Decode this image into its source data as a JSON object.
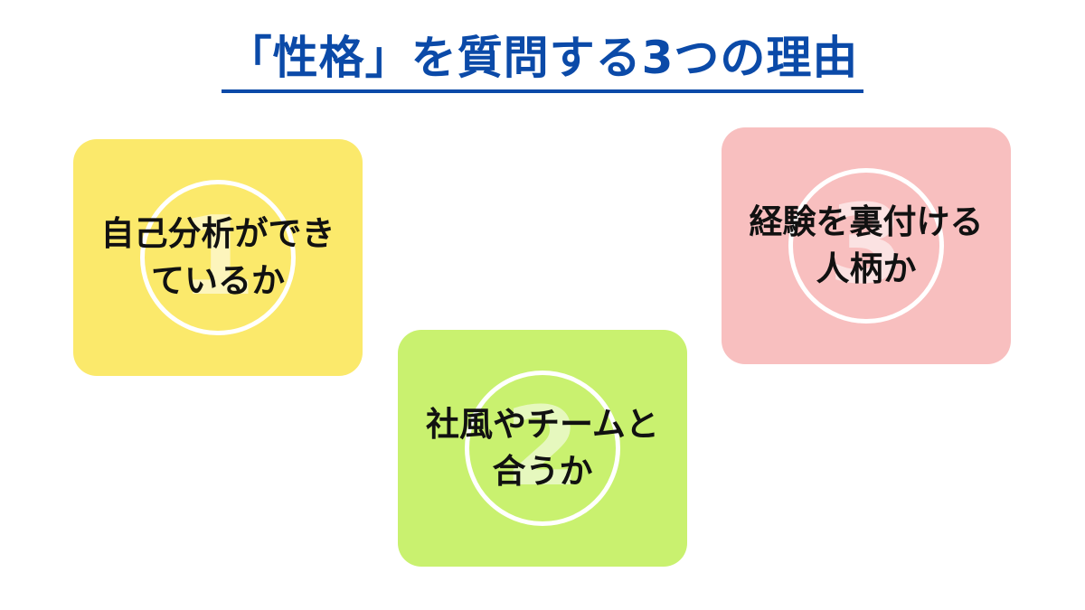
{
  "title": "「性格」を質問する3つの理由",
  "colors": {
    "title": "#0b4aa8",
    "card_1": "#fbe96b",
    "card_2": "#c9f16f",
    "card_3": "#f8bfbf",
    "ring": "#ffffff",
    "text": "#111111"
  },
  "reasons": [
    {
      "number": "1",
      "text": "自己分析ができているか"
    },
    {
      "number": "2",
      "text": "社風やチームと合うか"
    },
    {
      "number": "3",
      "text": "経験を裏付ける人柄か"
    }
  ]
}
